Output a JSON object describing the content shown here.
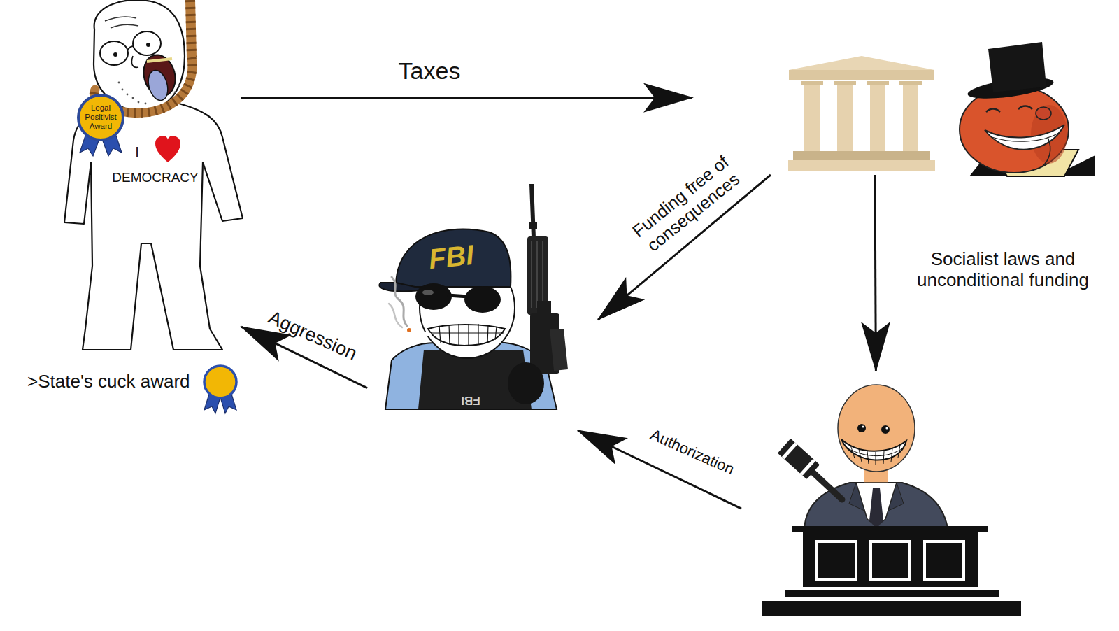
{
  "diagram": {
    "nodes": [
      {
        "text": [
          "I",
          "DEMOCRACY"
        ]
      },
      {
        "text": [
          "Legal Positivist Award"
        ],
        "in": 0
      },
      {
        "text": []
      },
      {
        "text": [
          "FBI",
          "FBI"
        ]
      },
      {
        "text": []
      }
    ],
    "edges": [
      {
        "from": 0,
        "to": 2,
        "arrow": "to",
        "label": "Taxes"
      },
      {
        "from": 2,
        "to": 3,
        "arrow": "to",
        "label": "Funding free of consequences"
      },
      {
        "from": 2,
        "to": 4,
        "arrow": "to",
        "label": "Socialist laws and unconditional funding"
      },
      {
        "from": 4,
        "to": 3,
        "arrow": "to",
        "label": "Authorization"
      },
      {
        "from": 3,
        "to": 0,
        "arrow": "to",
        "label": "Aggression"
      }
    ],
    "labels": [
      ">State's cuck award"
    ]
  }
}
